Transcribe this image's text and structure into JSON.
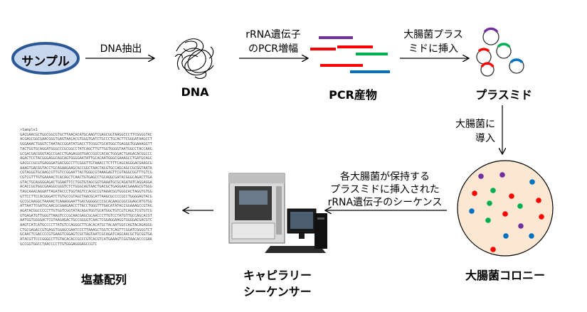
{
  "nodes": {
    "sample": "サンプル",
    "dna": "DNA",
    "pcr_product": "PCR産物",
    "plasmid": "プラスミド",
    "colony": "大腸菌コロニー",
    "sequencer_line1": "キャピラリー",
    "sequencer_line2": "シーケンサー",
    "sequence": "塩基配列"
  },
  "edges": {
    "dna_extraction": "DNA抽出",
    "pcr_line1": "rRNA遺伝子",
    "pcr_line2": "のPCR増幅",
    "insert_line1": "大腸菌プラス",
    "insert_line2": "ミドに挿入",
    "transform_line1": "大腸菌に",
    "transform_line2": "導入",
    "sequencing_line1": "各大腸菌が保持する",
    "sequencing_line2": "プラスミドに挿入された",
    "sequencing_line3": "rRNA遺伝子のシーケンス"
  },
  "sequence_text": {
    "header": ">Sample1",
    "lines": [
      "GACGAACGCTGGCGGCGTGCTTAACACATGCAAGTCGAGCGGTAAGGCCCTTCGGGGTAC",
      "ACGAGCGGCGAACGGGTGAGTAACACGTGGGTGATCTGCCCTGCACTTCGGGATAAGCCT",
      "GGGAAACTGGGTCTAATACCGGATATGACCTTCGGCTGCATGGCTGAGGGTGGAAAGGTT",
      "TACTGGTGCAGGATGGGCCCGCGGCCTATCAGCTTGTTGGTGGGGTAATGGCCTACCAAG",
      "GCGACGACGGGTAGCCGACCTGAGAGGGTGACCGGCCACACTGGGACTGAGACACGGCCC",
      "AGACTCCTACGGGAGGCAGCAGTGGGGAATATTGCACAATGGGCGAAAGCCTGATGCAGC",
      "GACGCCGCGTGAGGGATGACGGCCTTCGGGTTGTAAACCTCTTTCAGCAGGGACGAAGCG",
      "AAAGTGACGGTACCTGCAGAAGAAGCACCGGCTAACTACGTGCCAGCAGCCGCGGTAATA",
      "CGTAGGGTGCAAGCGTTGTCCGGAATTACTGGGCGTAAAGAGTTCGTAGGCGGTTTGTCG",
      "CGTCGTTTGTGAAAACTCACAGCTCAACTGTGAGCCTGCAGGCGATACGGGCAGACTTGA",
      "GTACTGCAGGGGAGACTGGAATTCCTGGTGTAGCGGTGAAATGCGCAGATATCAGGAGGA",
      "ACACCGGTGGCGAAGGCGGGTCTCTGGGCAGTAACTGACGCTGAGGAACGAAAGCGTGGG",
      "TAGCAAACAGGATTAGATACCCTGGTAGTCCACGCCGTAAACGGTGGGCACTAGGTGTGG",
      "GTTCCTTCCACGGGATCTGTGCCGTAGCTAACGCATTAAGCGCCCCGCCTGGGGAGTACG",
      "GCCGCAAGGCTAAAACTCAAAGGAATTGACGGGGGCCCGCACAAGCGGCGGAGCATGTGG",
      "ATTAATTCGATGCAACGCGAAGAACCTTACCTGGGTTTGACATATACCGGAAAGCCGTAG",
      "AGATACGGCCCCCTTGTGGTCGGTATACAGGTGGTGCATGGCTGTCGTCAGCTCGTGTCG",
      "GTGAGATGTTGGGTTAAGTCCCGCAACGAGCGCAACCCTTGTCCTATGTTGCCAGCACGT",
      "AATGGTGGGGACTCGTAAGAGACTGCCGGGGTCAACTCGGAGGAAGGTGGGGACGACGTC",
      "AAGTCATCATGCCCCTTATGTCCAGGGCTTCACACATGCTACAATGGCCAGTACAGAGGG",
      "CTGCGAGACCGTGAGGTGGAGCGAATCCCTTAAAGCTGGTCTCAGTTCGGATCGGGGTCT",
      "GCAACTCGACCCCGTGAAGTCGGAGTCGCTAGTAATCGCAGATCAGCAACGCTGCGGTGA",
      "ATACGTTCCCGGGCCTTGTACACACCGCCCGTCACGTCATGAAAGTCGGTAACACCCGAA",
      "GCCGGTGGCCTAACCCCTTGTGGGAGGGAGCCGTC"
    ]
  },
  "colors": {
    "sample_fill": "#c7d7ee",
    "sample_stroke": "#2c5797",
    "pcr_purple": "#7030a0",
    "pcr_red": "#ff0000",
    "pcr_green": "#00b050",
    "pcr_blue": "#0070c0",
    "colony_fill": "#fce7d3",
    "arrow": "#000000"
  },
  "icons": {
    "dna": "tangled-dna-icon",
    "pcr": "pcr-fragments-icon",
    "plasmid": "plasmid-rings-icon",
    "colony": "petri-dish-icon",
    "sequencer": "capillary-sequencer-icon"
  }
}
